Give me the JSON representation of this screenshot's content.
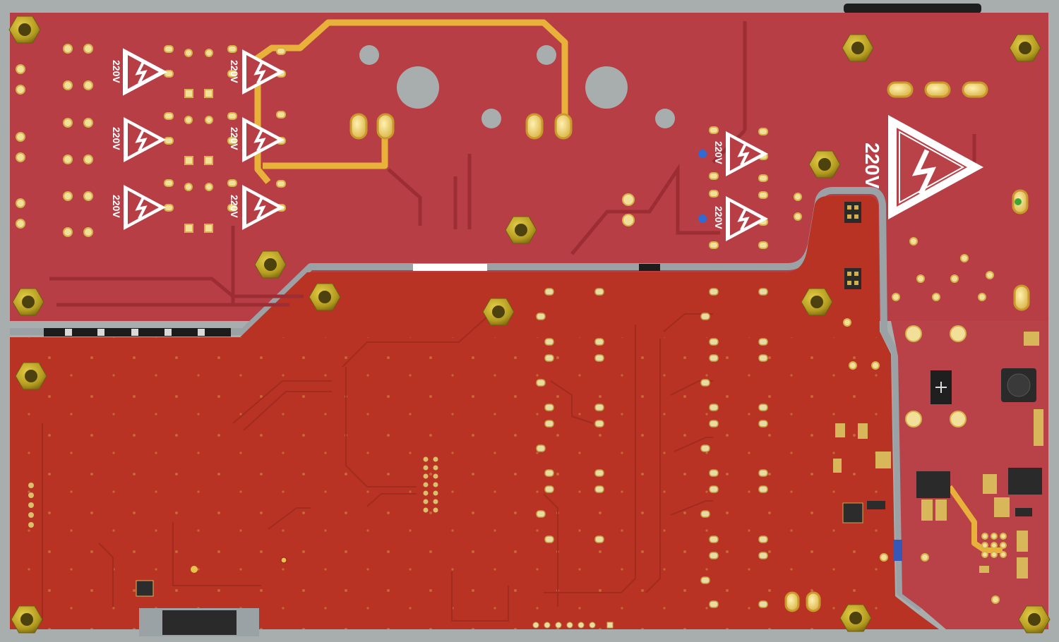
{
  "voltage_labels": {
    "hv_left_1": "220V",
    "hv_left_2": "220V",
    "hv_left_3": "220V",
    "hv_mid_1": "220V",
    "hv_mid_2": "220V",
    "hv_mid_3": "220V",
    "hv_right_1": "220V",
    "hv_right_2": "220V",
    "hv_main": "220V"
  },
  "colors": {
    "hv_zone": "#b83e46",
    "lv_zone": "#b83324",
    "psu_zone": "#b84248",
    "isolation_gap": "#9aa2a6",
    "trace_gold": "#e8b23a",
    "standoff_brass": "#b9a124",
    "silkscreen": "#ffffff"
  }
}
